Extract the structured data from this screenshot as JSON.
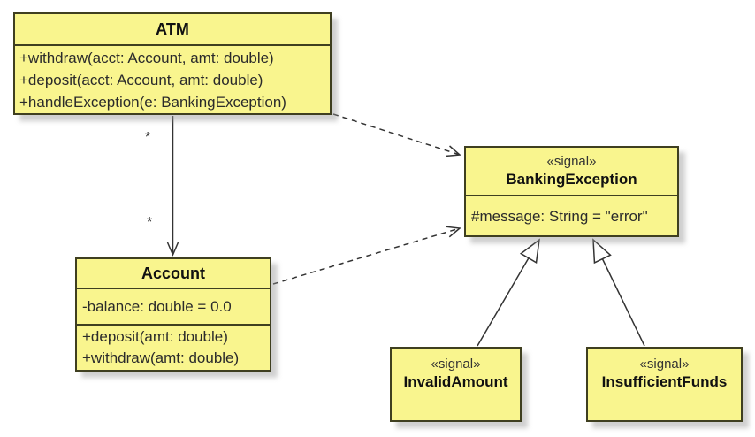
{
  "diagram": {
    "kind": "uml-class-diagram",
    "background_color": "#ffffff",
    "box_fill_color": "#f9f58e",
    "box_border_color": "#3f3f20",
    "connector_color": "#333333"
  },
  "classes": {
    "atm": {
      "name": "ATM",
      "operations": [
        "+withdraw(acct: Account, amt: double)",
        "+deposit(acct: Account, amt: double)",
        "+handleException(e: BankingException)"
      ]
    },
    "account": {
      "name": "Account",
      "attributes": [
        "-balance: double = 0.0"
      ],
      "operations": [
        "+deposit(amt: double)",
        "+withdraw(amt: double)"
      ]
    },
    "banking_exception": {
      "stereotype": "«signal»",
      "name": "BankingException",
      "attributes": [
        "#message: String = \"error\""
      ]
    },
    "invalid_amount": {
      "stereotype": "«signal»",
      "name": "InvalidAmount"
    },
    "insufficient_funds": {
      "stereotype": "«signal»",
      "name": "InsufficientFunds"
    }
  },
  "relationships": {
    "atm_to_account": {
      "type": "directed-association",
      "source": "ATM",
      "target": "Account",
      "source_multiplicity": "*",
      "target_multiplicity": "*"
    },
    "atm_to_banking_exception": {
      "type": "dependency",
      "source": "ATM",
      "target": "BankingException"
    },
    "account_to_banking_exception": {
      "type": "dependency",
      "source": "Account",
      "target": "BankingException"
    },
    "invalid_amount_to_banking_exception": {
      "type": "generalization",
      "source": "InvalidAmount",
      "target": "BankingException"
    },
    "insufficient_funds_to_banking_exception": {
      "type": "generalization",
      "source": "InsufficientFunds",
      "target": "BankingException"
    }
  }
}
